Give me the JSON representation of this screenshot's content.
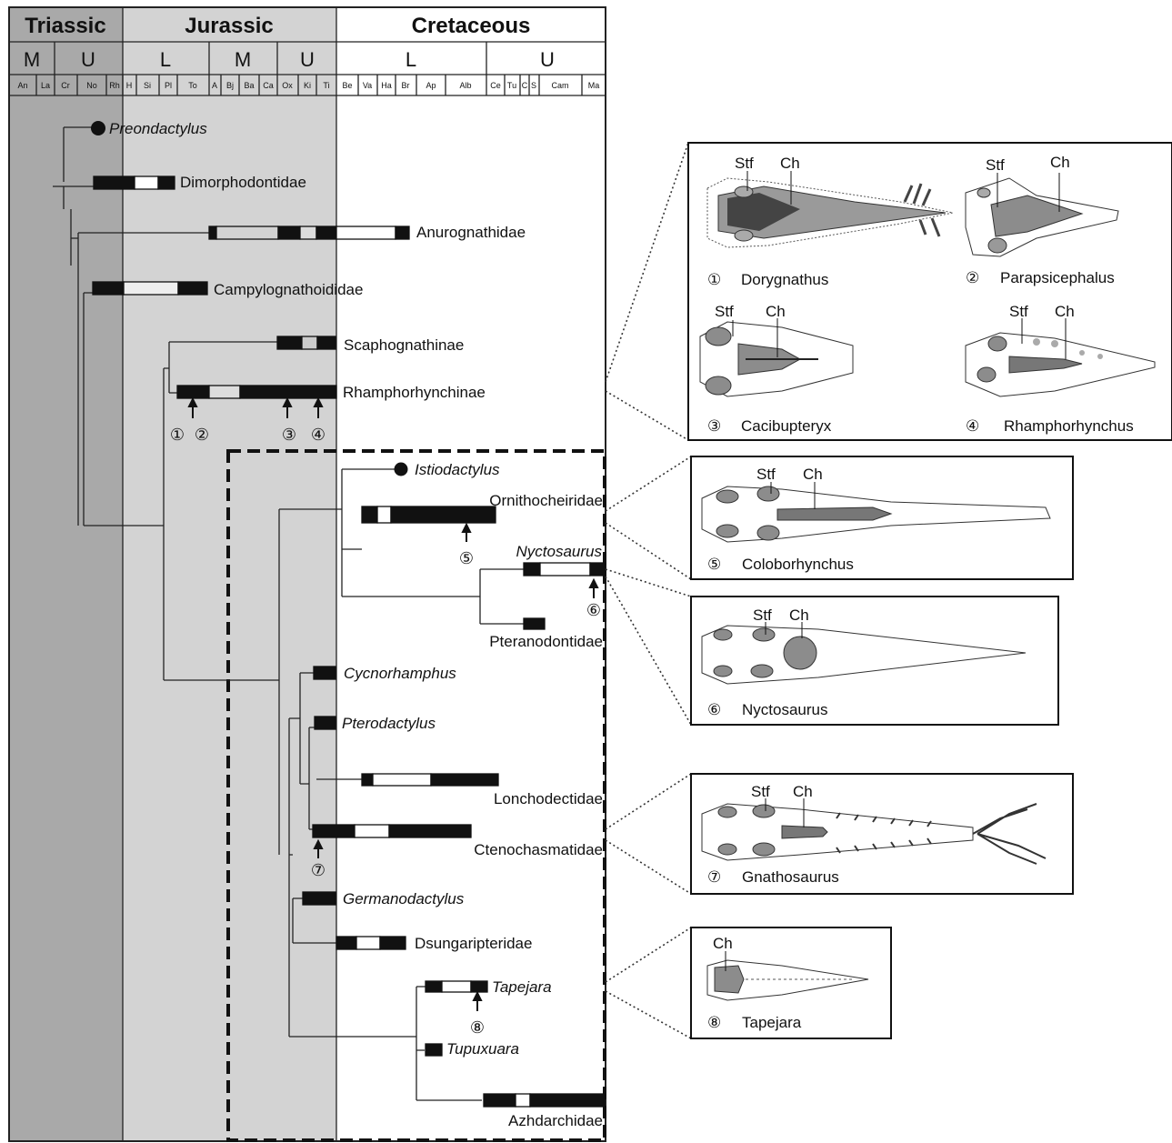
{
  "periods": [
    "Triassic",
    "Jurassic",
    "Cretaceous"
  ],
  "epochs": [
    "M",
    "U",
    "L",
    "M",
    "U",
    "L",
    "U"
  ],
  "stages": [
    "An",
    "La",
    "Cr",
    "No",
    "Rh",
    "H",
    "Si",
    "Pl",
    "To",
    "A",
    "Bj",
    "Ba",
    "Ca",
    "Ox",
    "Ki",
    "Ti",
    "Be",
    "Va",
    "Ha",
    "Br",
    "Ap",
    "Alb",
    "Ce",
    "Tu",
    "C",
    "S",
    "Cam",
    "Ma"
  ],
  "taxa": {
    "preondactylus": "Preondactylus",
    "dimorphodontidae": "Dimorphodontidae",
    "anurognathidae": "Anurognathidae",
    "campylognathoididae": "Campylognathoididae",
    "scaphognathinae": "Scaphognathinae",
    "rhamphorhynchinae": "Rhamphorhynchinae",
    "istiodactylus": "Istiodactylus",
    "ornithocheiridae": "Ornithocheiridae",
    "nyctosaurus": "Nyctosaurus",
    "pteranodontidae": "Pteranodontidae",
    "cycnorhamphus": "Cycnorhamphus",
    "pterodactylus": "Pterodactylus",
    "lonchodectidae": "Lonchodectidae",
    "ctenochasmatidae": "Ctenochasmatidae",
    "germanodactylus": "Germanodactylus",
    "dsungaripteridae": "Dsungaripteridae",
    "tapejara": "Tapejara",
    "tupuxuara": "Tupuxuara",
    "azhdarchidae": "Azhdarchidae"
  },
  "markers": [
    "①",
    "②",
    "③",
    "④",
    "⑤",
    "⑥",
    "⑦",
    "⑧"
  ],
  "skull_labels": {
    "stf": "Stf",
    "ch": "Ch"
  },
  "skulls": [
    {
      "num": "①",
      "name": "Dorygnathus"
    },
    {
      "num": "②",
      "name": "Parapsicephalus"
    },
    {
      "num": "③",
      "name": "Cacibupteryx"
    },
    {
      "num": "④",
      "name": "Rhamphorhynchus"
    },
    {
      "num": "⑤",
      "name": "Coloborhynchus"
    },
    {
      "num": "⑥",
      "name": "Nyctosaurus"
    },
    {
      "num": "⑦",
      "name": "Gnathosaurus"
    },
    {
      "num": "⑧",
      "name": "Tapejara"
    }
  ],
  "colors": {
    "triassic": "#a9a9a9",
    "jurassic": "#d3d3d3",
    "cretaceous": "#ffffff",
    "bar": "#111111",
    "skull_fill": "#8c8c8c"
  }
}
